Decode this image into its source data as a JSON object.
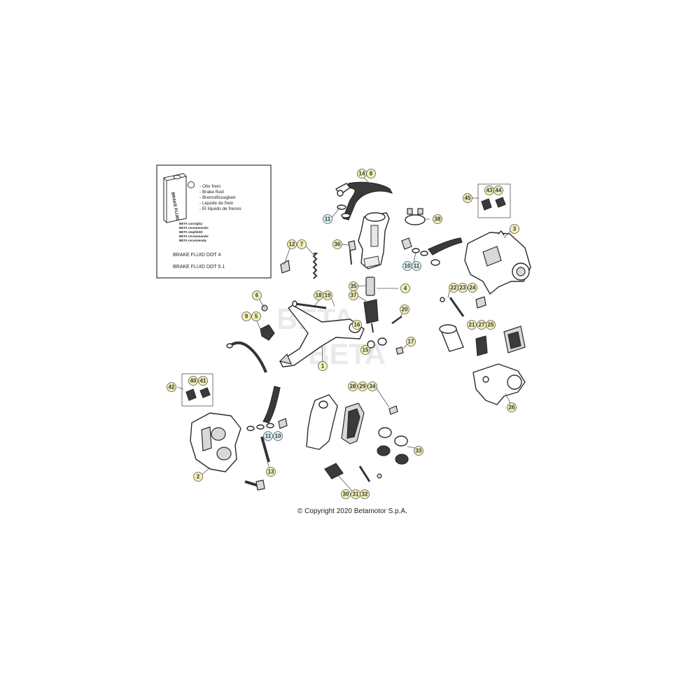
{
  "brake_fluid_box": {
    "can_label": "BRAKE FLUID",
    "languages": [
      "- Olio freni",
      "- Brake fluid",
      "- Bremsflüssigkeit",
      "- Liquide de frein",
      "- El líquido de frenos"
    ],
    "recommend": [
      "BETA consiglia:",
      "BETA recommends:",
      "BETA empfiehlt:",
      "BETA recommande:",
      "BETA recomienda:"
    ],
    "fluid_1": "BRAKE FLUID DOT 4",
    "fluid_2": "BRAKE FLUID DOT 5.1"
  },
  "copyright": "© Copyright 2020 Betamotor S.p.A.",
  "colors": {
    "callout_yellow": "#f3f0b4",
    "callout_blue": "#d9f1f6"
  },
  "callouts": [
    {
      "label": "14",
      "color": "yellow"
    },
    {
      "label": "8",
      "color": "yellow"
    },
    {
      "label": "11",
      "color": "blue"
    },
    {
      "label": "38",
      "color": "yellow"
    },
    {
      "label": "36",
      "color": "yellow"
    },
    {
      "label": "10",
      "color": "blue"
    },
    {
      "label": "11",
      "color": "blue"
    },
    {
      "label": "3",
      "color": "yellow"
    },
    {
      "label": "43",
      "color": "yellow"
    },
    {
      "label": "44",
      "color": "yellow"
    },
    {
      "label": "45",
      "color": "yellow"
    },
    {
      "label": "12",
      "color": "yellow"
    },
    {
      "label": "7",
      "color": "yellow"
    },
    {
      "label": "35",
      "color": "yellow"
    },
    {
      "label": "4",
      "color": "yellow"
    },
    {
      "label": "37",
      "color": "yellow"
    },
    {
      "label": "22",
      "color": "yellow"
    },
    {
      "label": "23",
      "color": "yellow"
    },
    {
      "label": "24",
      "color": "yellow"
    },
    {
      "label": "6",
      "color": "yellow"
    },
    {
      "label": "18",
      "color": "yellow"
    },
    {
      "label": "19",
      "color": "yellow"
    },
    {
      "label": "9",
      "color": "yellow"
    },
    {
      "label": "5",
      "color": "yellow"
    },
    {
      "label": "20",
      "color": "yellow"
    },
    {
      "label": "21",
      "color": "yellow"
    },
    {
      "label": "27",
      "color": "yellow"
    },
    {
      "label": "25",
      "color": "yellow"
    },
    {
      "label": "16",
      "color": "yellow"
    },
    {
      "label": "15",
      "color": "yellow"
    },
    {
      "label": "17",
      "color": "yellow"
    },
    {
      "label": "1",
      "color": "yellow"
    },
    {
      "label": "26",
      "color": "yellow"
    },
    {
      "label": "40",
      "color": "yellow"
    },
    {
      "label": "41",
      "color": "yellow"
    },
    {
      "label": "42",
      "color": "yellow"
    },
    {
      "label": "28",
      "color": "yellow"
    },
    {
      "label": "29",
      "color": "yellow"
    },
    {
      "label": "34",
      "color": "yellow"
    },
    {
      "label": "11",
      "color": "blue"
    },
    {
      "label": "10",
      "color": "blue"
    },
    {
      "label": "33",
      "color": "yellow"
    },
    {
      "label": "13",
      "color": "yellow"
    },
    {
      "label": "2",
      "color": "yellow"
    },
    {
      "label": "30",
      "color": "yellow"
    },
    {
      "label": "31",
      "color": "yellow"
    },
    {
      "label": "32",
      "color": "yellow"
    }
  ]
}
